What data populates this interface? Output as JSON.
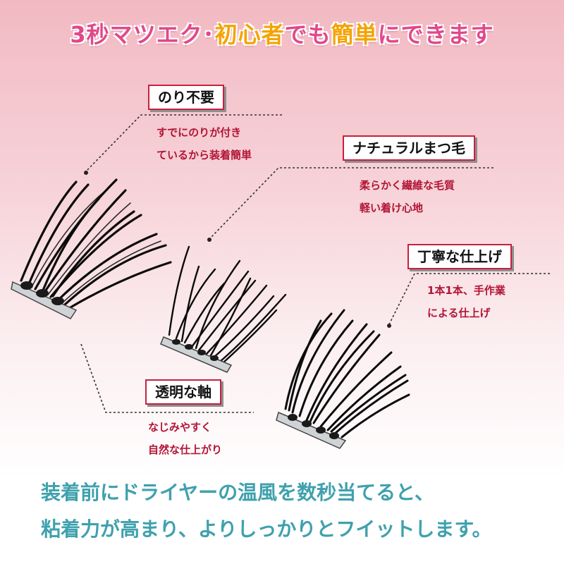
{
  "title": {
    "part1": "3秒マツエク･",
    "part2": "初心者",
    "part3": "でも",
    "part4": "簡単",
    "part5": "にできます"
  },
  "features": [
    {
      "label": "のり不要",
      "lines": [
        "すでにのりが付き",
        "ているから装着簡単"
      ]
    },
    {
      "label": "ナチュラルまつ毛",
      "lines": [
        "柔らかく繊維な毛質",
        "軽い着け心地"
      ]
    },
    {
      "label": "丁寧な仕上げ",
      "lines": [
        "1本1本、手作業",
        "による仕上げ"
      ]
    },
    {
      "label": "透明な軸",
      "lines": [
        "なじみやすく",
        "自然な仕上がり"
      ]
    }
  ],
  "bottom": {
    "line1": "装着前にドライヤーの温風を数秒当てると、",
    "line2": "粘着力が高まり、よりしっかりとフイットします。"
  },
  "colors": {
    "title_pink": "#e1488a",
    "title_yellow": "#f5a300",
    "label_border": "#c8203d",
    "desc_text": "#b21536",
    "bottom_text": "#3fa1ad"
  }
}
